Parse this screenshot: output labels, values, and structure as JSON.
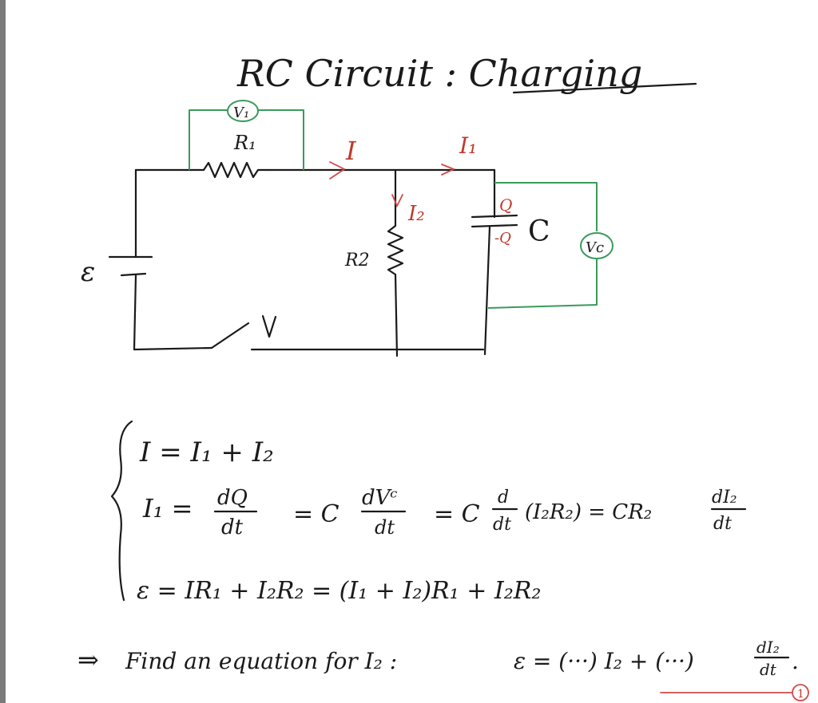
{
  "title": {
    "main": "RC Circuit : Charging",
    "underlined": "Charging"
  },
  "circuit": {
    "emf_label": "ε",
    "r1_label": "R₁",
    "r2_label": "R2",
    "cap_label": "C",
    "cap_pos_charge": "Q",
    "cap_neg_charge": "-Q",
    "voltmeter_1": "V₁",
    "voltmeter_c": "Vc",
    "current_total": "I",
    "current_1": "I₁",
    "current_2": "I₂"
  },
  "equations": {
    "eq1": "I = I₁ + I₂",
    "eq2_lhs": "I₁ =",
    "eq2_frac1_num": "dQ",
    "eq2_frac1_den": "dt",
    "eq2_eq2": "= C",
    "eq2_frac2_num": "dVᶜ",
    "eq2_frac2_den": "dt",
    "eq2_eq3": "= C",
    "eq2_frac3_num": "d",
    "eq2_frac3_den": "dt",
    "eq2_paren": "(I₂R₂) = CR₂",
    "eq2_frac4_num": "dI₂",
    "eq2_frac4_den": "dt",
    "eq3": "ε = IR₁ + I₂R₂ = (I₁ + I₂)R₁ + I₂R₂"
  },
  "prompt": {
    "arrow": "⇒",
    "text": "Find an equation for I₂ :",
    "rhs": "ε = (···) I₂ + (···)",
    "frac_num": "dI₂",
    "frac_den": "dt",
    "end": ".",
    "marker": "1"
  },
  "colors": {
    "ink": "#1a1a1a",
    "meter_wire": "#3a9a5a",
    "annotation": "#d04a4a"
  }
}
